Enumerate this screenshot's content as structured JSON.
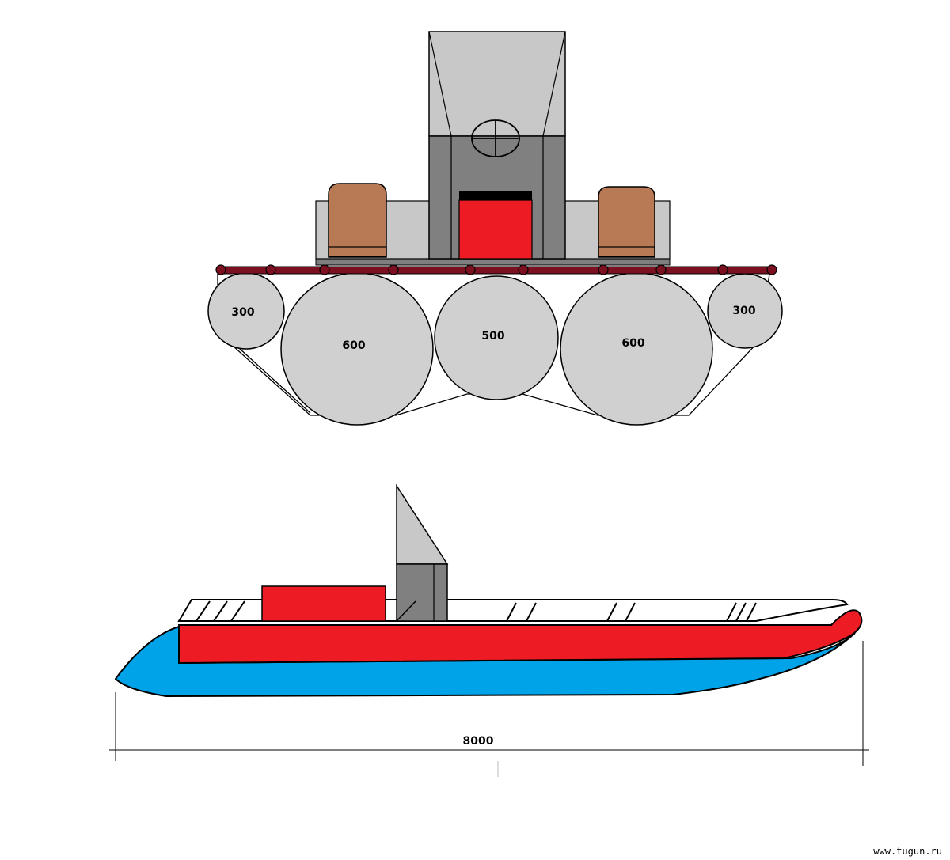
{
  "front_view": {
    "tube_labels": [
      "300",
      "600",
      "500",
      "600",
      "300"
    ]
  },
  "side_view": {
    "length_label": "8000"
  },
  "watermark": "www.tugun.ru",
  "colors": {
    "tube_fill": "#d0d0d0",
    "cabin_light": "#c8c8c8",
    "cabin_dark": "#808080",
    "seat": "#b87a55",
    "hatch_red": "#ed1c24",
    "frame_maroon": "#7a1020",
    "hull_blue": "#00a2e8",
    "tube_red": "#ed1c24"
  }
}
